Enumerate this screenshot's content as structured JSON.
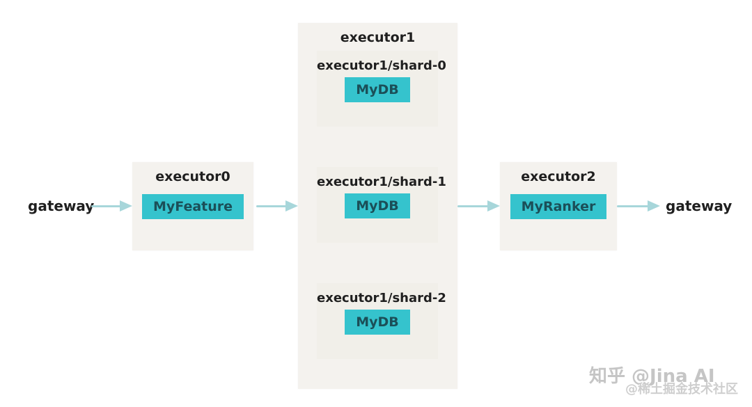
{
  "colors": {
    "badge_bg": "#35c3cd",
    "badge_text": "#1b4f58",
    "box_bg": "#f4f2ee",
    "shard_bg": "#f1efe9",
    "arrow": "#a7d6da",
    "label_text": "#1f1f1f"
  },
  "flow": {
    "gateway_in": "gateway",
    "gateway_out": "gateway",
    "executor0": {
      "title": "executor0",
      "uses": "MyFeature"
    },
    "executor1": {
      "title": "executor1",
      "shards": [
        {
          "label": "executor1/shard-0",
          "uses": "MyDB"
        },
        {
          "label": "executor1/shard-1",
          "uses": "MyDB"
        },
        {
          "label": "executor1/shard-2",
          "uses": "MyDB"
        }
      ]
    },
    "executor2": {
      "title": "executor2",
      "uses": "MyRanker"
    }
  },
  "watermark": {
    "line1": "知乎 @Jina AI",
    "line2": "@稀土掘金技术社区"
  }
}
